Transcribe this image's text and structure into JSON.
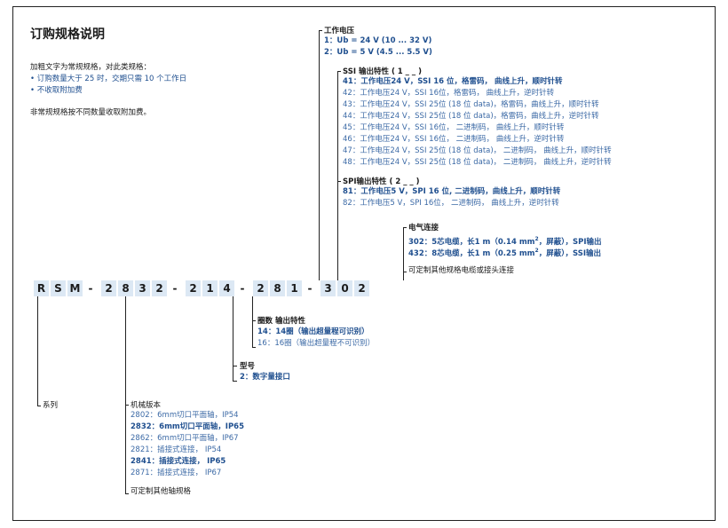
{
  "title": "订购规格说明",
  "intro": {
    "line1": "加粗文字为常规规格，对此类规格：",
    "bullet1": "订购数量大于 25 时，交期只需 10 个工作日",
    "bullet2": "不收取附加费",
    "line2": "非常规规格按不同数量收取附加费。"
  },
  "code_chars": [
    "R",
    "S",
    "M",
    "-",
    "2",
    "8",
    "3",
    "2",
    "-",
    "2",
    "1",
    "4",
    "-",
    "2",
    "8",
    "1",
    "-",
    "3",
    "0",
    "2"
  ],
  "voltage": {
    "header": "工作电压",
    "items": [
      {
        "text": "1：Ub = 24 V (10 ... 32 V)",
        "bold": true
      },
      {
        "text": "2：Ub = 5 V (4.5 ... 5.5 V)",
        "bold": true
      }
    ]
  },
  "ssi": {
    "header": "SSI 输出特性 ( 1 _ _ )",
    "items": [
      {
        "code": "41：",
        "desc": "工作电压24 V，SSI 16 位，格雷码，  曲线上升，顺时针转",
        "bold": true
      },
      {
        "code": "42：",
        "desc": "工作电压24 V，SSI 16位，格雷码，  曲线上升，逆时针转",
        "bold": false
      },
      {
        "code": "43：",
        "desc": "工作电压24 V，SSI 25位 (18 位 data)，格雷码，曲线上升，顺时针转",
        "bold": false
      },
      {
        "code": "44：",
        "desc": "工作电压24 V，SSI 25位 (18 位 data)，格雷码，曲线上升，逆时针转",
        "bold": false
      },
      {
        "code": "45：",
        "desc": "工作电压24 V，SSI 16位，  二进制码，  曲线上升，顺时针转",
        "bold": false
      },
      {
        "code": "46：",
        "desc": "工作电压24 V，SSI 16位，  二进制码，  曲线上升，逆时针转",
        "bold": false
      },
      {
        "code": "47：",
        "desc": "工作电压24 V，SSI 25位 (18 位 data)，  二进制码，  曲线上升，顺时针转",
        "bold": false
      },
      {
        "code": "48：",
        "desc": "工作电压24 V，SSI 25位 (18 位 data)，  二进制码，  曲线上升，逆时针转",
        "bold": false
      }
    ]
  },
  "spi": {
    "header": "SPI输出特性 ( 2 _ _ )",
    "items": [
      {
        "code": "81：",
        "desc": "工作电压5 V，SPI 16 位, 二进制码，曲线上升，顺时针转",
        "bold": true
      },
      {
        "code": "82：",
        "desc": "工作电压5 V，SPI 16位，  二进制码，  曲线上升，逆时针转",
        "bold": false
      }
    ]
  },
  "electrical": {
    "header": "电气连接",
    "item1_pre": "302：5芯电缆，长1 m（0.14 mm",
    "item1_post": "，屏蔽），SPI输出",
    "item2_pre": "432：8芯电缆，长1 m（0.25 mm",
    "item2_post": "，屏蔽），SSI输出",
    "sup": "2",
    "note": "可定制其他规格电缆或接头连接"
  },
  "coils": {
    "header": "圈数  输出特性",
    "item1": "14：14圈（输出超量程可识别）",
    "item2": "16：16圈（输出超量程不可识别）"
  },
  "model": {
    "header": "型号",
    "item1": "2：数字量接口"
  },
  "series": {
    "header": "系列"
  },
  "mech": {
    "header": "机械版本",
    "items": [
      {
        "text": "2802：6mm切口平面轴，IP54",
        "bold": false
      },
      {
        "text": "2832：6mm切口平面轴，IP65",
        "bold": true
      },
      {
        "text": "2862：6mm切口平面轴，IP67",
        "bold": false
      },
      {
        "text": "2821：插接式连接，  IP54",
        "bold": false
      },
      {
        "text": "2841：插接式连接，  IP65",
        "bold": true
      },
      {
        "text": "2871：插接式连接，  IP67",
        "bold": false
      }
    ],
    "note": "可定制其他轴规格"
  }
}
